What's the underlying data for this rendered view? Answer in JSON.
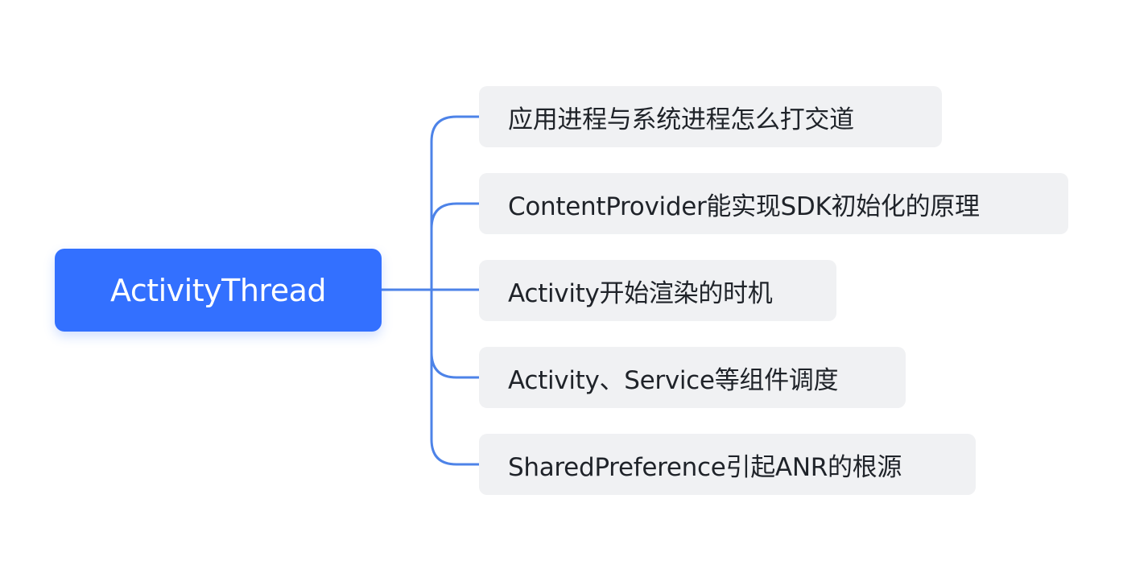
{
  "mindmap": {
    "root": {
      "label": "ActivityThread"
    },
    "children": [
      {
        "label": "应用进程与系统进程怎么打交道"
      },
      {
        "label": "ContentProvider能实现SDK初始化的原理"
      },
      {
        "label": "Activity开始渲染的时机"
      },
      {
        "label": "Activity、Service等组件调度"
      },
      {
        "label": "SharedPreference引起ANR的根源"
      }
    ],
    "colors": {
      "root_fill": "#3370ff",
      "root_text": "#ffffff",
      "child_fill": "#f0f1f3",
      "child_text": "#1f2329",
      "connector": "#4d83e8"
    }
  }
}
